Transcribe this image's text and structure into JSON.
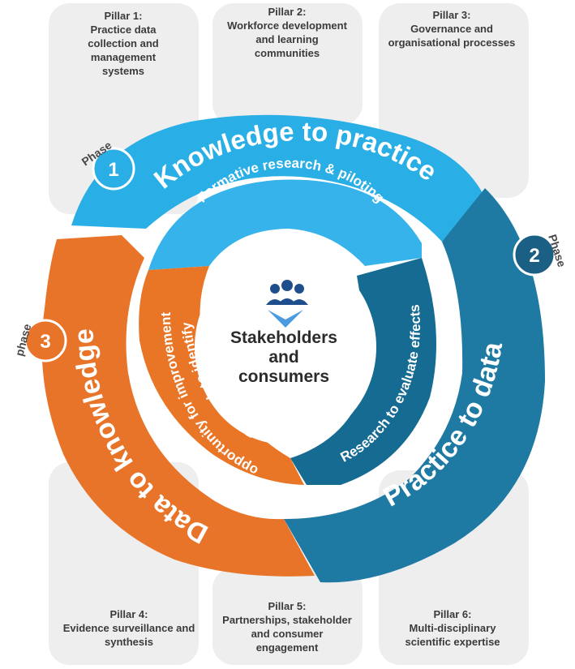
{
  "pillars": [
    {
      "label": "Pillar 1:",
      "lines": [
        "Practice data",
        "collection and",
        "management",
        "systems"
      ]
    },
    {
      "label": "Pillar 2:",
      "lines": [
        "Workforce development",
        "and learning",
        "communities"
      ]
    },
    {
      "label": "Pillar 3:",
      "lines": [
        "Governance and",
        "organisational processes"
      ]
    },
    {
      "label": "Pillar 4:",
      "lines": [
        "Evidence surveillance and",
        "synthesis"
      ]
    },
    {
      "label": "Pillar 5:",
      "lines": [
        "Partnerships, stakeholder",
        "and consumer",
        "engagement"
      ]
    },
    {
      "label": "Pillar 6:",
      "lines": [
        "Multi-disciplinary",
        "scientific expertise"
      ]
    }
  ],
  "phases": [
    {
      "word": "Phase",
      "number": "1",
      "title": "Knowledge to practice",
      "inner": "Formative research & piloting",
      "color": "#2aaee6",
      "inner_color": "#36b3ea"
    },
    {
      "word": "Phase",
      "number": "2",
      "title": "Practice to data",
      "inner": "Research to evaluate effects",
      "color": "#1f7aa3",
      "inner_color": "#166b93"
    },
    {
      "word": "phase",
      "number": "3",
      "title": "Data to knowledge",
      "inner_line1": "Research to  identify",
      "inner_line2": "opportunity for improvement",
      "color": "#e8742a",
      "inner_color": "#e97526"
    }
  ],
  "center": {
    "line1": "Stakeholders",
    "line2": "and",
    "line3": "consumers",
    "icon": "people-network-icon",
    "icon_color": "#1f4e8c"
  }
}
